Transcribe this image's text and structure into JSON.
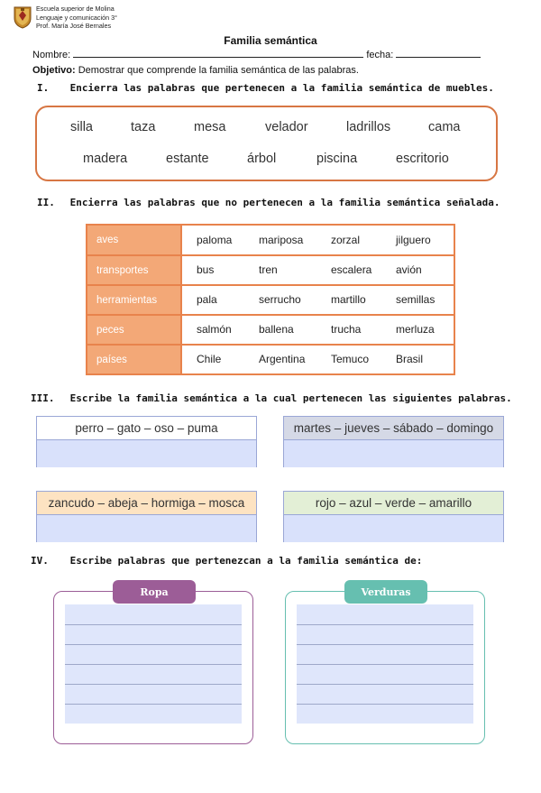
{
  "header": {
    "school_lines": [
      "Escuela superior de Molina",
      "Lenguaje y comunicación 3°",
      "Prof. María José Bernales"
    ]
  },
  "title": "Familia semántica",
  "form": {
    "name_label": "Nombre:",
    "date_label": "fecha:"
  },
  "objective": {
    "label": "Objetivo:",
    "text": "Demostrar que comprende la familia semántica de las palabras."
  },
  "section1": {
    "num": "I.",
    "instruction": "Encierra las palabras que pertenecen a la familia semántica de muebles.",
    "row1": [
      "silla",
      "taza",
      "mesa",
      "velador",
      "ladrillos",
      "cama"
    ],
    "row2": [
      "madera",
      "estante",
      "árbol",
      "piscina",
      "escritorio"
    ]
  },
  "section2": {
    "num": "II.",
    "instruction": "Encierra las palabras que no pertenecen a la familia semántica señalada.",
    "rows": [
      {
        "category": "aves",
        "words": [
          "paloma",
          "mariposa",
          "zorzal",
          "jilguero"
        ]
      },
      {
        "category": "transportes",
        "words": [
          "bus",
          "tren",
          "escalera",
          "avión"
        ]
      },
      {
        "category": "herramientas",
        "words": [
          "pala",
          "serrucho",
          "martillo",
          "semillas"
        ]
      },
      {
        "category": "peces",
        "words": [
          "salmón",
          "ballena",
          "trucha",
          "merluza"
        ]
      },
      {
        "category": "países",
        "words": [
          "Chile",
          "Argentina",
          "Temuco",
          "Brasil"
        ]
      }
    ]
  },
  "section3": {
    "num": "III.",
    "instruction": "Escribe la familia semántica a la cual pertenecen las siguientes palabras.",
    "boxes": [
      {
        "words": "perro – gato – oso – puma",
        "color": "#ffffff"
      },
      {
        "words": "martes – jueves – sábado – domingo",
        "color": "#d5d9e6"
      },
      {
        "words": "zancudo – abeja – hormiga – mosca",
        "color": "#fde3c2"
      },
      {
        "words": "rojo – azul – verde – amarillo",
        "color": "#e3efd6"
      }
    ]
  },
  "section4": {
    "num": "IV.",
    "instruction": "Escribe palabras que pertenezcan a la familia semántica de:",
    "boxes": [
      {
        "label": "Ropa",
        "color": "#9c5d97"
      },
      {
        "label": "Verduras",
        "color": "#66bfb0"
      }
    ]
  },
  "colors": {
    "accent_orange": "#e8834c",
    "category_fill": "#f3a877",
    "answer_fill": "#d9e1fb"
  }
}
